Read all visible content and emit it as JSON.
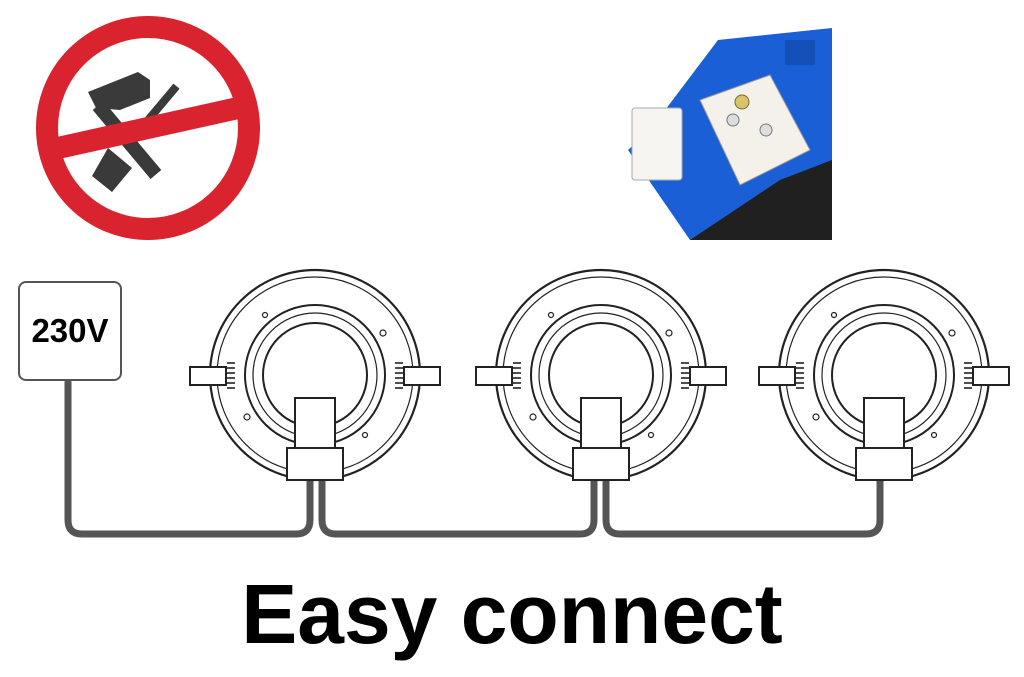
{
  "power_source": {
    "label": "230V"
  },
  "caption": "Easy connect",
  "icons": {
    "prohibition": "no-tools-icon",
    "connector": "connector-block-photo"
  },
  "colors": {
    "prohibition_red": "#d9232e",
    "connector_blue": "#1a5fd6",
    "cable": "#555555"
  },
  "downlights": {
    "count": 3
  }
}
